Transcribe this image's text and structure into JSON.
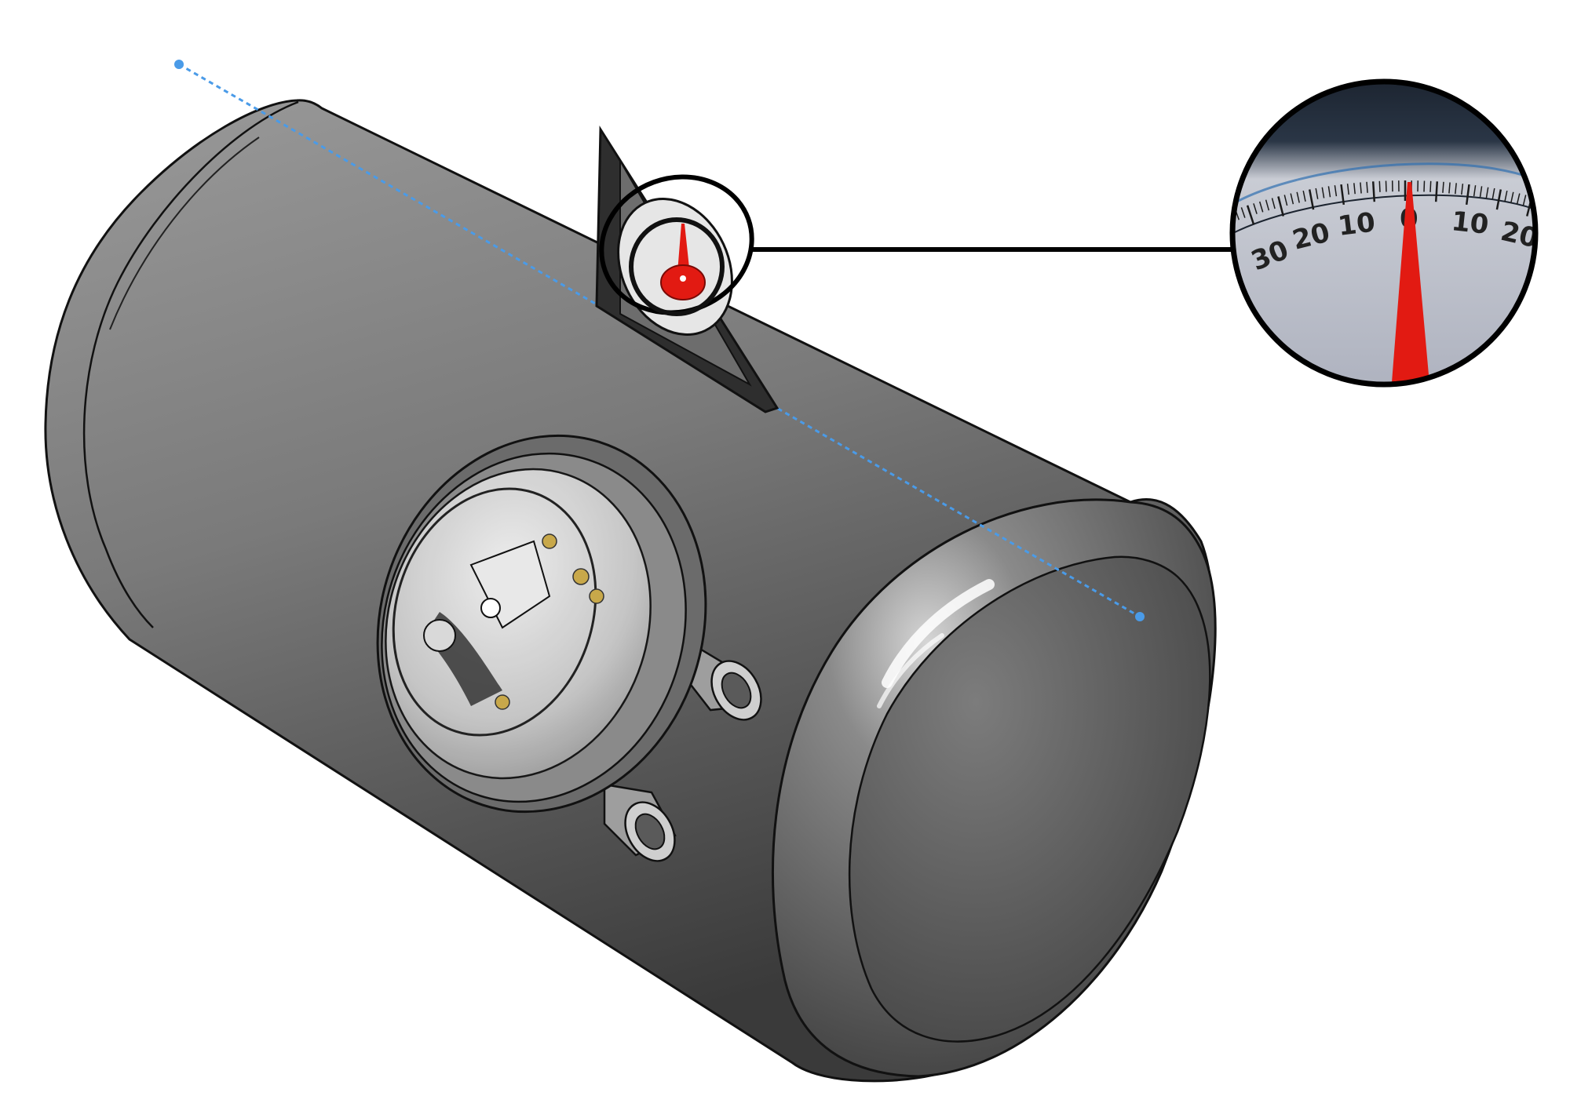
{
  "illustration": {
    "subject": "tank-with-angle-gauge",
    "colors": {
      "background": "#ffffff",
      "tank_light": "#8c8c8c",
      "tank_dark": "#3c3c3c",
      "outline": "#111111",
      "axis_line": "#4a9be8",
      "needle": "#e21a12",
      "callout": "#000000"
    }
  },
  "zoom_inset": {
    "scale_labels": [
      "30",
      "20",
      "10",
      "0",
      "10",
      "20"
    ],
    "needle_value": 0
  }
}
